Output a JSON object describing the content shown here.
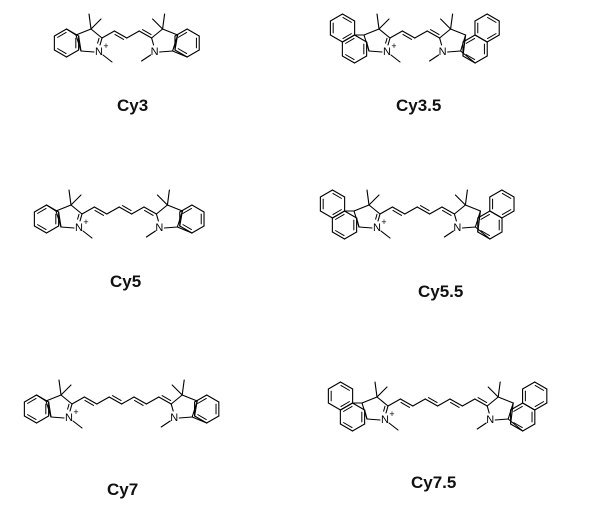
{
  "figure": {
    "description": "Chemical structures of cyanine dyes",
    "molecules": [
      {
        "label": "Cy3",
        "core": "indole",
        "chain_double_bonds": 2,
        "cation": "N+",
        "neutral_n": "N"
      },
      {
        "label": "Cy3.5",
        "core": "benz[e]indole",
        "chain_double_bonds": 2,
        "cation": "N+",
        "neutral_n": "N"
      },
      {
        "label": "Cy5",
        "core": "indole",
        "chain_double_bonds": 3,
        "cation": "N+",
        "neutral_n": "N"
      },
      {
        "label": "Cy5.5",
        "core": "benz[e]indole",
        "chain_double_bonds": 3,
        "cation": "N+",
        "neutral_n": "N"
      },
      {
        "label": "Cy7",
        "core": "indole",
        "chain_double_bonds": 4,
        "cation": "N+",
        "neutral_n": "N"
      },
      {
        "label": "Cy7.5",
        "core": "benz[e]indole",
        "chain_double_bonds": 4,
        "cation": "N+",
        "neutral_n": "N"
      }
    ]
  },
  "atoms": {
    "nitrogen": "N",
    "charge": "+"
  },
  "colors": {
    "line": "#000000",
    "background": "#ffffff",
    "text": "#111111"
  }
}
